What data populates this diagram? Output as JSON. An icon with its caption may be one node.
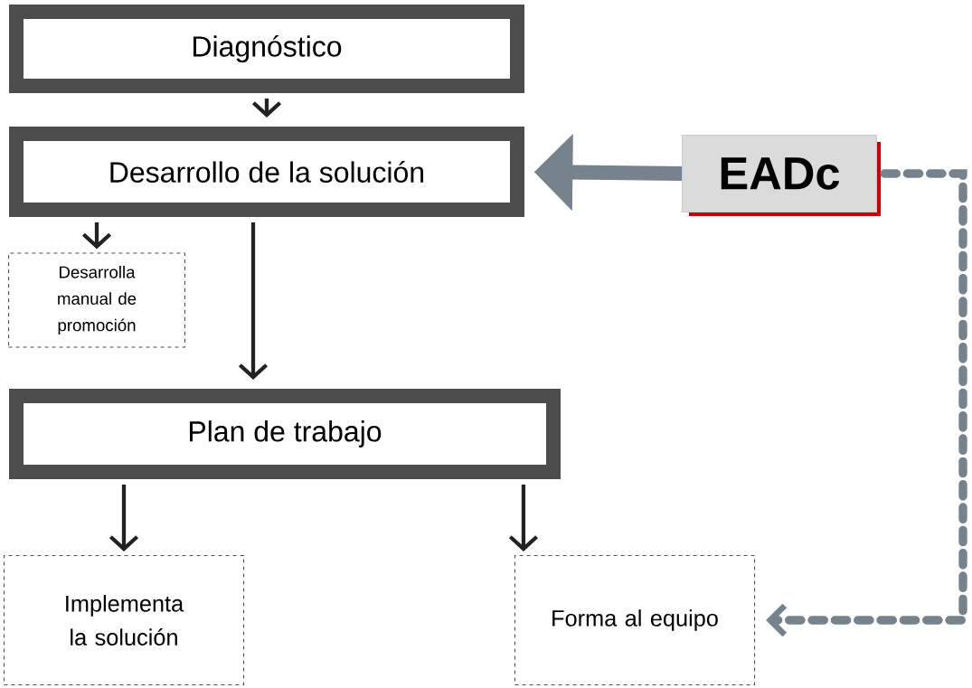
{
  "diagram": {
    "nodes": [
      {
        "text": [
          "Diagnóstico"
        ]
      },
      {
        "text": [
          "Desarrollo de la solución"
        ]
      },
      {
        "text": [
          "Desarrolla manual de promoción"
        ]
      },
      {
        "text": [
          "Plan de trabajo"
        ]
      },
      {
        "text": [
          "EADc"
        ]
      },
      {
        "text": [
          "Implementa la solución"
        ]
      },
      {
        "text": [
          "Forma al equipo"
        ]
      }
    ],
    "edges": [
      {
        "from": 0,
        "to": 1,
        "arrow": "to"
      },
      {
        "from": 1,
        "to": 2,
        "arrow": "to"
      },
      {
        "from": 1,
        "to": 3,
        "arrow": "to"
      },
      {
        "from": 4,
        "to": 1,
        "arrow": "to",
        "style": "thick",
        "color": "#76828c"
      },
      {
        "from": 3,
        "to": 5,
        "arrow": "to"
      },
      {
        "from": 3,
        "to": 6,
        "arrow": "to"
      },
      {
        "from": 4,
        "to": 6,
        "arrow": "to",
        "style": "dashed",
        "color": "#76828c"
      }
    ]
  }
}
